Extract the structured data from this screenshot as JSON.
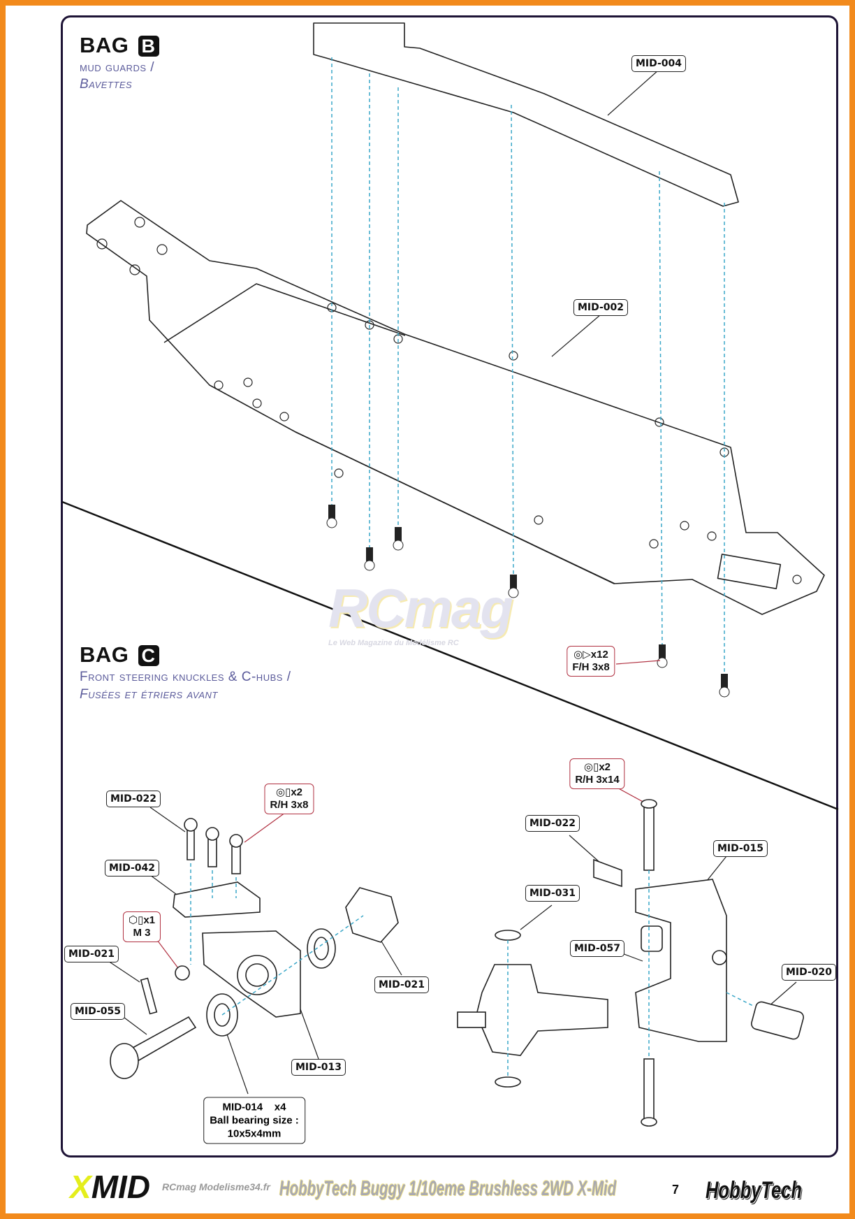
{
  "bag_b": {
    "title": "BAG",
    "letter": "B",
    "subtitle_en": "mud guards /",
    "subtitle_fr": "Bavettes"
  },
  "bag_c": {
    "title": "BAG",
    "letter": "C",
    "subtitle_en": "Front steering knuckles & C-hubs /",
    "subtitle_fr": "Fusées et étriers avant"
  },
  "parts": {
    "mid004": "MID-004",
    "mid002": "MID-002",
    "mid022a": "MID-022",
    "mid042": "MID-042",
    "mid021a": "MID-021",
    "mid055": "MID-055",
    "mid013": "MID-013",
    "mid021b": "MID-021",
    "mid022b": "MID-022",
    "mid015": "MID-015",
    "mid031": "MID-031",
    "mid057": "MID-057",
    "mid020": "MID-020"
  },
  "hardware": {
    "fh": {
      "qty": "x12",
      "spec": "F/H 3x8"
    },
    "rh38": {
      "qty": "x2",
      "spec": "R/H 3x8"
    },
    "m3": {
      "qty": "x1",
      "spec": "M 3"
    },
    "rh314": {
      "qty": "x2",
      "spec": "R/H 3x14"
    }
  },
  "bearing": {
    "line1": "MID-014    x4",
    "line2": "Ball bearing size :",
    "line3": "10x5x4mm"
  },
  "watermark": {
    "main": "RCmag",
    "tag": "Le Web Magazine du Modélisme RC"
  },
  "footer": {
    "title": "HobbyTech Buggy 1/10eme Brushless 2WD X-Mid",
    "page": "7",
    "logo_left": "MID",
    "logo_left_x": "X",
    "site": "RCmag Modelisme34.fr",
    "brand": "HobbyTech"
  }
}
